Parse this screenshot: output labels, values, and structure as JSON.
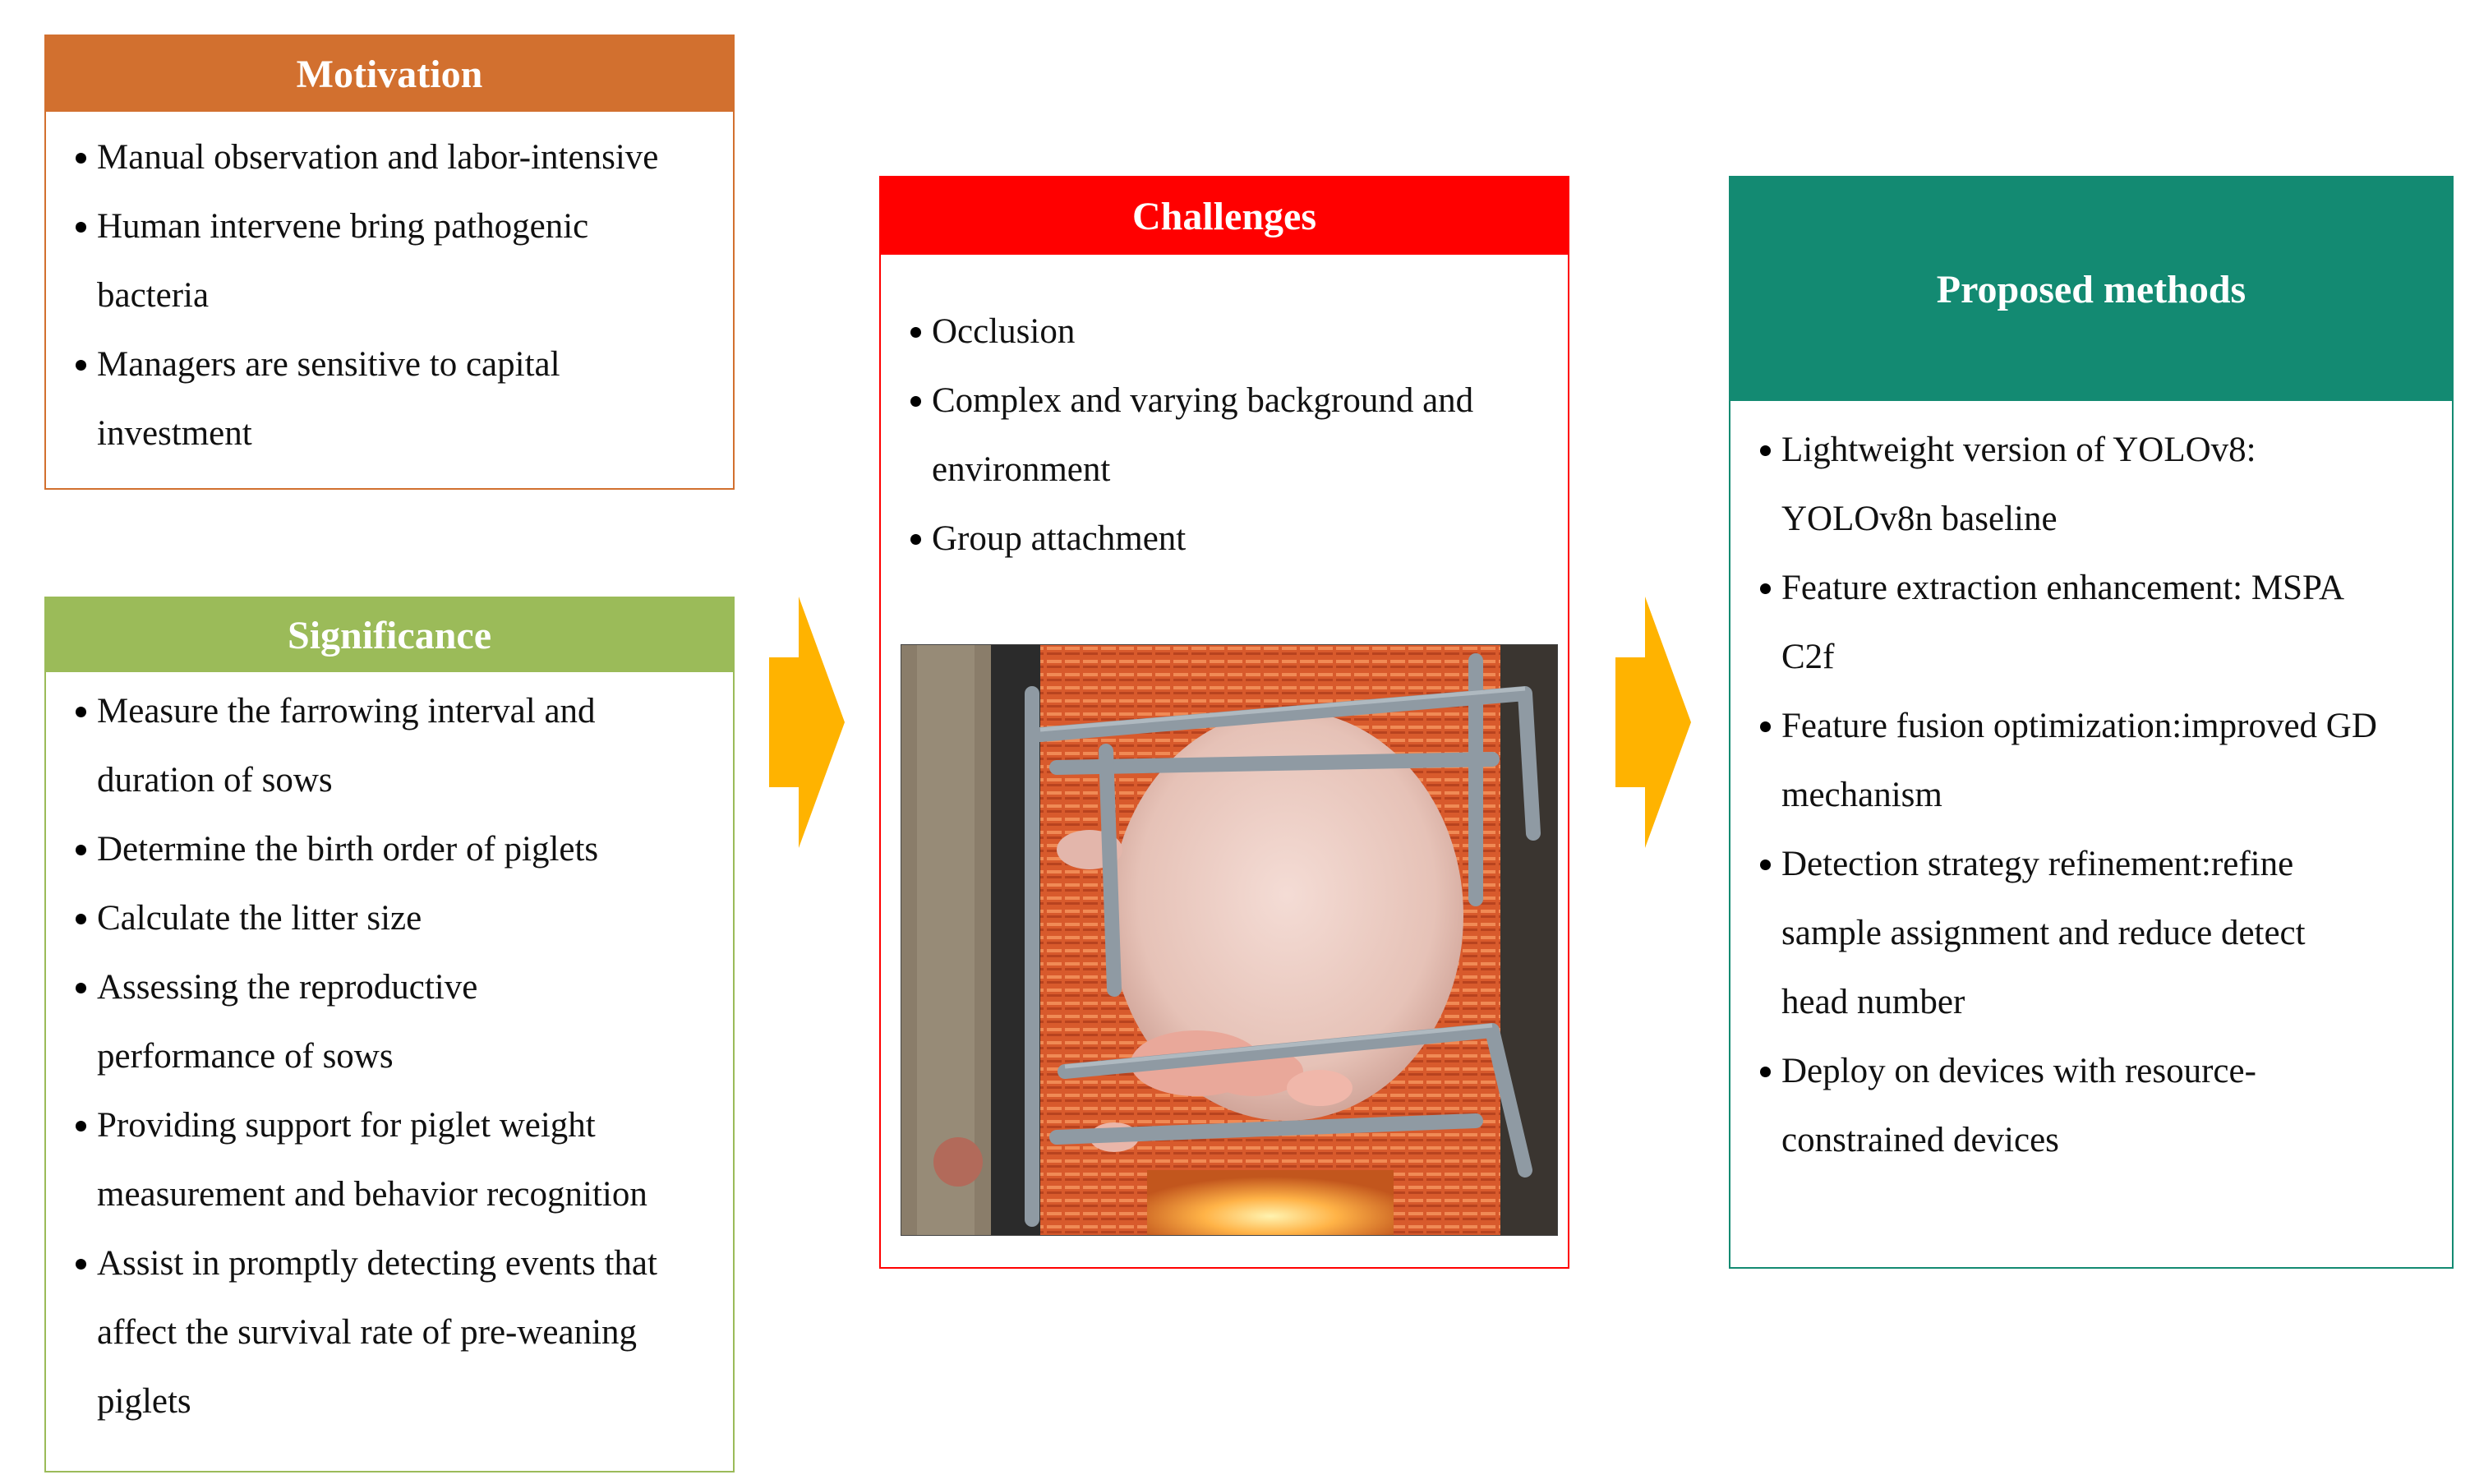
{
  "colors": {
    "motivation": "#d2702f",
    "significance": "#9bbb59",
    "challenges": "#ff0000",
    "proposed": "#138a72",
    "arrow": "#ffb300"
  },
  "motivation": {
    "title": "Motivation",
    "items": [
      {
        "lines": [
          "Manual observation and labor-intensive"
        ]
      },
      {
        "lines": [
          "Human intervene bring pathogenic",
          "bacteria"
        ]
      },
      {
        "lines": [
          "Managers are sensitive to capital",
          "investment"
        ]
      }
    ]
  },
  "significance": {
    "title": "Significance",
    "items": [
      {
        "lines": [
          "Measure the farrowing interval and",
          "duration of sows"
        ]
      },
      {
        "lines": [
          "Determine the birth order of piglets"
        ]
      },
      {
        "lines": [
          "Calculate the litter size"
        ]
      },
      {
        "lines": [
          "Assessing the reproductive",
          "performance of sows"
        ]
      },
      {
        "lines": [
          "Providing support for piglet weight",
          "measurement and behavior recognition"
        ]
      },
      {
        "lines": [
          "Assist in promptly detecting events that",
          "affect the survival rate of pre-weaning",
          "piglets"
        ]
      }
    ]
  },
  "challenges": {
    "title": "Challenges",
    "items": [
      {
        "lines": [
          "Occlusion"
        ]
      },
      {
        "lines": [
          "Complex and varying background and",
          "environment"
        ]
      },
      {
        "lines": [
          "Group attachment"
        ]
      }
    ]
  },
  "proposed": {
    "title": "Proposed methods",
    "items": [
      {
        "lines": [
          "Lightweight version of YOLOv8:",
          "YOLOv8n baseline"
        ]
      },
      {
        "lines": [
          "Feature extraction enhancement: MSPA",
          "C2f"
        ]
      },
      {
        "lines": [
          "Feature fusion optimization:improved GD",
          "mechanism"
        ]
      },
      {
        "lines": [
          "Detection strategy refinement:refine",
          "sample assignment and reduce detect",
          "head number"
        ]
      },
      {
        "lines": [
          "Deploy on devices with resource-",
          "constrained devices"
        ]
      }
    ]
  }
}
